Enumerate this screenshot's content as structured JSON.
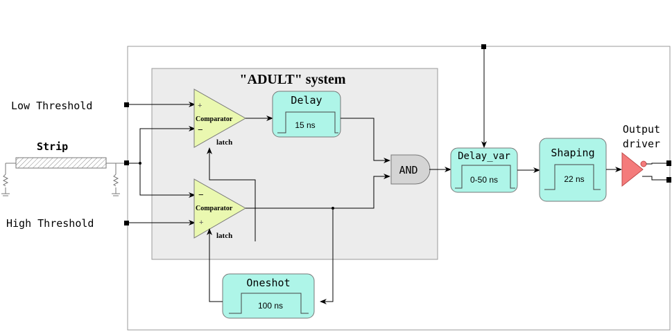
{
  "system_title": "\"ADULT\" system",
  "inputs": {
    "low_threshold": "Low Threshold",
    "high_threshold": "High Threshold",
    "strip": "Strip"
  },
  "comparators": {
    "top": {
      "label": "Comparator",
      "plus": "+",
      "minus": "−",
      "latch": "latch"
    },
    "bottom": {
      "label": "Comparator",
      "plus": "+",
      "minus": "−",
      "latch": "latch"
    }
  },
  "blocks": {
    "delay": {
      "title": "Delay",
      "value": "15 ns"
    },
    "and_gate": {
      "label": "AND"
    },
    "delay_var": {
      "title": "Delay_var",
      "value": "0-50 ns"
    },
    "shaping": {
      "title": "Shaping",
      "value": "22 ns"
    },
    "oneshot": {
      "title": "Oneshot",
      "value": "100 ns"
    }
  },
  "output_driver": {
    "line1": "Output",
    "line2": "driver"
  },
  "colors": {
    "pulse_block_fill": "#aef5e8",
    "comparator_fill": "#eaf8b0",
    "and_fill": "#d4d4d4",
    "driver_fill": "#f47b7b",
    "system_fill": "#ececec"
  }
}
